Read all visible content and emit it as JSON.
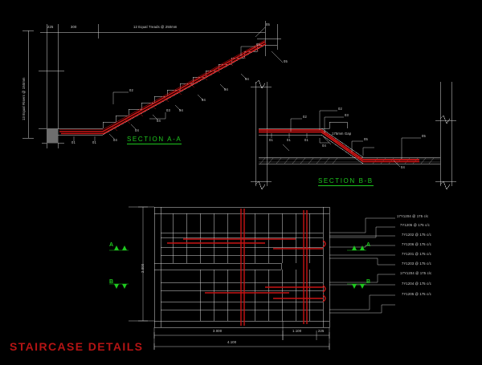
{
  "drawing": {
    "title": "STAIRCASE  DETAILS",
    "background": "#000000",
    "colors": {
      "white": "#d8d8d8",
      "red": "#c81414",
      "green": "#1ec81e",
      "grey": "#808080"
    }
  },
  "section_aa": {
    "label": "SECTION  A-A",
    "dimensions": {
      "d1": "225",
      "d2": "300",
      "treads": "12 Equal Treads @ 250mm",
      "risers": "13 Equal Risers @ 150mm"
    },
    "bar_marks": {
      "b01a": "01",
      "b01b": "01",
      "b04a": "04",
      "b04b": "04",
      "b04c": "04",
      "b04d": "04",
      "b04e": "04",
      "b04f": "04",
      "b04g": "04",
      "b02": "02",
      "b03": "03",
      "b05a": "05",
      "b05b": "05",
      "b05c": "05"
    }
  },
  "section_bb": {
    "label": "SECTION  B-B",
    "note": "175mm Gap",
    "bar_marks": {
      "b01a": "01",
      "b01b": "01",
      "b01c": "01",
      "b02a": "02",
      "b02b": "02",
      "b03": "03",
      "b04a": "04",
      "b04b": "04",
      "b05a": "05",
      "b05b": "05"
    }
  },
  "plan": {
    "section_markers": {
      "a_top": "A",
      "a_right": "A",
      "b_left": "B",
      "b_right": "B"
    },
    "dimensions": {
      "vertical": "2.000",
      "h1": "3.000",
      "h2": "1.100",
      "h3": "225",
      "total": "4.100"
    },
    "rebar_schedule": [
      "17Y1204 @ 175 c/c",
      "7Y1205 @ 175 c/c",
      "7Y1202 @ 175 c/c",
      "7Y1206 @ 175 c/c",
      "7Y1201 @ 175 c/c",
      "7Y1203 @ 175 c/c",
      "17Y1204 @ 175 c/c",
      "7Y1204 @ 175 c/c",
      "7Y1205 @ 175 c/c"
    ]
  }
}
